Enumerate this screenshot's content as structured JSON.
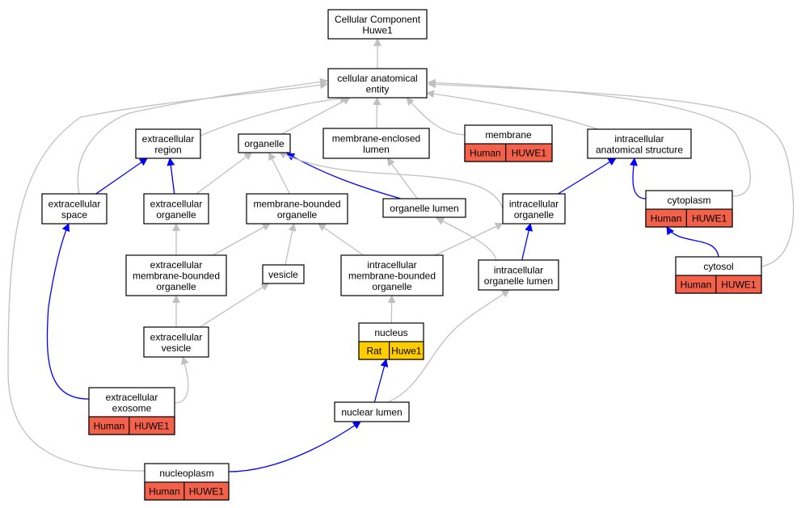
{
  "colors": {
    "grey_edge": "#c0c0c0",
    "blue_edge": "#0000ff",
    "human_annotation": "#f4614a",
    "rat_annotation": "#ffcc00"
  },
  "nodes": {
    "root": {
      "lines": [
        "Cellular Component",
        "Huwe1"
      ]
    },
    "cellular_anatomical_entity": {
      "lines": [
        "cellular anatomical",
        "entity"
      ]
    },
    "extracellular_region": {
      "lines": [
        "extracellular",
        "region"
      ]
    },
    "organelle": {
      "lines": [
        "organelle"
      ]
    },
    "membrane_enclosed_lumen": {
      "lines": [
        "membrane-enclosed",
        "lumen"
      ]
    },
    "membrane": {
      "lines": [
        "membrane"
      ],
      "badges": [
        [
          "Human",
          "HUWE1"
        ]
      ],
      "badge_color": "human_annotation"
    },
    "intracellular_anatomical_structure": {
      "lines": [
        "intracellular",
        "anatomical structure"
      ]
    },
    "extracellular_space": {
      "lines": [
        "extracellular",
        "space"
      ]
    },
    "extracellular_organelle": {
      "lines": [
        "extracellular",
        "organelle"
      ]
    },
    "membrane_bounded_organelle": {
      "lines": [
        "membrane-bounded",
        "organelle"
      ]
    },
    "organelle_lumen": {
      "lines": [
        "organelle lumen"
      ]
    },
    "intracellular_organelle": {
      "lines": [
        "intracellular",
        "organelle"
      ]
    },
    "cytoplasm": {
      "lines": [
        "cytoplasm"
      ],
      "badges": [
        [
          "Human",
          "HUWE1"
        ]
      ],
      "badge_color": "human_annotation"
    },
    "extracellular_membrane_bounded_organelle": {
      "lines": [
        "extracellular",
        "membrane-bounded",
        "organelle"
      ]
    },
    "vesicle": {
      "lines": [
        "vesicle"
      ]
    },
    "intracellular_membrane_bounded_organelle": {
      "lines": [
        "intracellular",
        "membrane-bounded",
        "organelle"
      ]
    },
    "intracellular_organelle_lumen": {
      "lines": [
        "intracellular",
        "organelle lumen"
      ]
    },
    "cytosol": {
      "lines": [
        "cytosol"
      ],
      "badges": [
        [
          "Human",
          "HUWE1"
        ]
      ],
      "badge_color": "human_annotation"
    },
    "nucleus": {
      "lines": [
        "nucleus"
      ],
      "badges": [
        [
          "Rat",
          "Huwe1"
        ]
      ],
      "badge_color": "rat_annotation"
    },
    "extracellular_vesicle": {
      "lines": [
        "extracellular",
        "vesicle"
      ]
    },
    "extracellular_exosome": {
      "lines": [
        "extracellular",
        "exosome"
      ],
      "badges": [
        [
          "Human",
          "HUWE1"
        ]
      ],
      "badge_color": "human_annotation"
    },
    "nuclear_lumen": {
      "lines": [
        "nuclear lumen"
      ]
    },
    "nucleoplasm": {
      "lines": [
        "nucleoplasm"
      ],
      "badges": [
        [
          "Human",
          "HUWE1"
        ]
      ],
      "badge_color": "human_annotation"
    }
  },
  "edges": [
    {
      "from": "cellular_anatomical_entity",
      "to": "root",
      "kind": "grey"
    },
    {
      "from": "extracellular_region",
      "to": "cellular_anatomical_entity",
      "kind": "grey"
    },
    {
      "from": "organelle",
      "to": "cellular_anatomical_entity",
      "kind": "grey"
    },
    {
      "from": "membrane_enclosed_lumen",
      "to": "cellular_anatomical_entity",
      "kind": "grey"
    },
    {
      "from": "membrane",
      "to": "cellular_anatomical_entity",
      "kind": "grey"
    },
    {
      "from": "intracellular_anatomical_structure",
      "to": "cellular_anatomical_entity",
      "kind": "grey"
    },
    {
      "from": "extracellular_space",
      "to": "cellular_anatomical_entity",
      "kind": "grey"
    },
    {
      "from": "cytoplasm",
      "to": "cellular_anatomical_entity",
      "kind": "grey"
    },
    {
      "from": "cytosol",
      "to": "cellular_anatomical_entity",
      "kind": "grey"
    },
    {
      "from": "nucleoplasm",
      "to": "cellular_anatomical_entity",
      "kind": "grey"
    },
    {
      "from": "extracellular_space",
      "to": "extracellular_region",
      "kind": "blue"
    },
    {
      "from": "extracellular_organelle",
      "to": "extracellular_region",
      "kind": "blue"
    },
    {
      "from": "extracellular_organelle",
      "to": "organelle",
      "kind": "grey"
    },
    {
      "from": "membrane_bounded_organelle",
      "to": "organelle",
      "kind": "grey"
    },
    {
      "from": "organelle_lumen",
      "to": "organelle",
      "kind": "blue"
    },
    {
      "from": "intracellular_organelle",
      "to": "organelle",
      "kind": "grey"
    },
    {
      "from": "organelle_lumen",
      "to": "membrane_enclosed_lumen",
      "kind": "grey"
    },
    {
      "from": "intracellular_organelle",
      "to": "intracellular_anatomical_structure",
      "kind": "blue"
    },
    {
      "from": "cytoplasm",
      "to": "intracellular_anatomical_structure",
      "kind": "blue"
    },
    {
      "from": "extracellular_membrane_bounded_organelle",
      "to": "extracellular_organelle",
      "kind": "grey"
    },
    {
      "from": "extracellular_membrane_bounded_organelle",
      "to": "membrane_bounded_organelle",
      "kind": "grey"
    },
    {
      "from": "vesicle",
      "to": "membrane_bounded_organelle",
      "kind": "grey"
    },
    {
      "from": "intracellular_membrane_bounded_organelle",
      "to": "membrane_bounded_organelle",
      "kind": "grey"
    },
    {
      "from": "intracellular_membrane_bounded_organelle",
      "to": "intracellular_organelle",
      "kind": "grey"
    },
    {
      "from": "intracellular_organelle_lumen",
      "to": "intracellular_organelle",
      "kind": "blue"
    },
    {
      "from": "intracellular_organelle_lumen",
      "to": "organelle_lumen",
      "kind": "grey"
    },
    {
      "from": "cytosol",
      "to": "cytoplasm",
      "kind": "blue"
    },
    {
      "from": "extracellular_vesicle",
      "to": "extracellular_membrane_bounded_organelle",
      "kind": "grey"
    },
    {
      "from": "extracellular_vesicle",
      "to": "vesicle",
      "kind": "grey"
    },
    {
      "from": "nucleus",
      "to": "intracellular_membrane_bounded_organelle",
      "kind": "grey"
    },
    {
      "from": "extracellular_exosome",
      "to": "extracellular_space",
      "kind": "blue"
    },
    {
      "from": "extracellular_exosome",
      "to": "extracellular_vesicle",
      "kind": "grey"
    },
    {
      "from": "nuclear_lumen",
      "to": "nucleus",
      "kind": "blue"
    },
    {
      "from": "nuclear_lumen",
      "to": "intracellular_organelle_lumen",
      "kind": "grey"
    },
    {
      "from": "nucleoplasm",
      "to": "nuclear_lumen",
      "kind": "blue"
    }
  ]
}
